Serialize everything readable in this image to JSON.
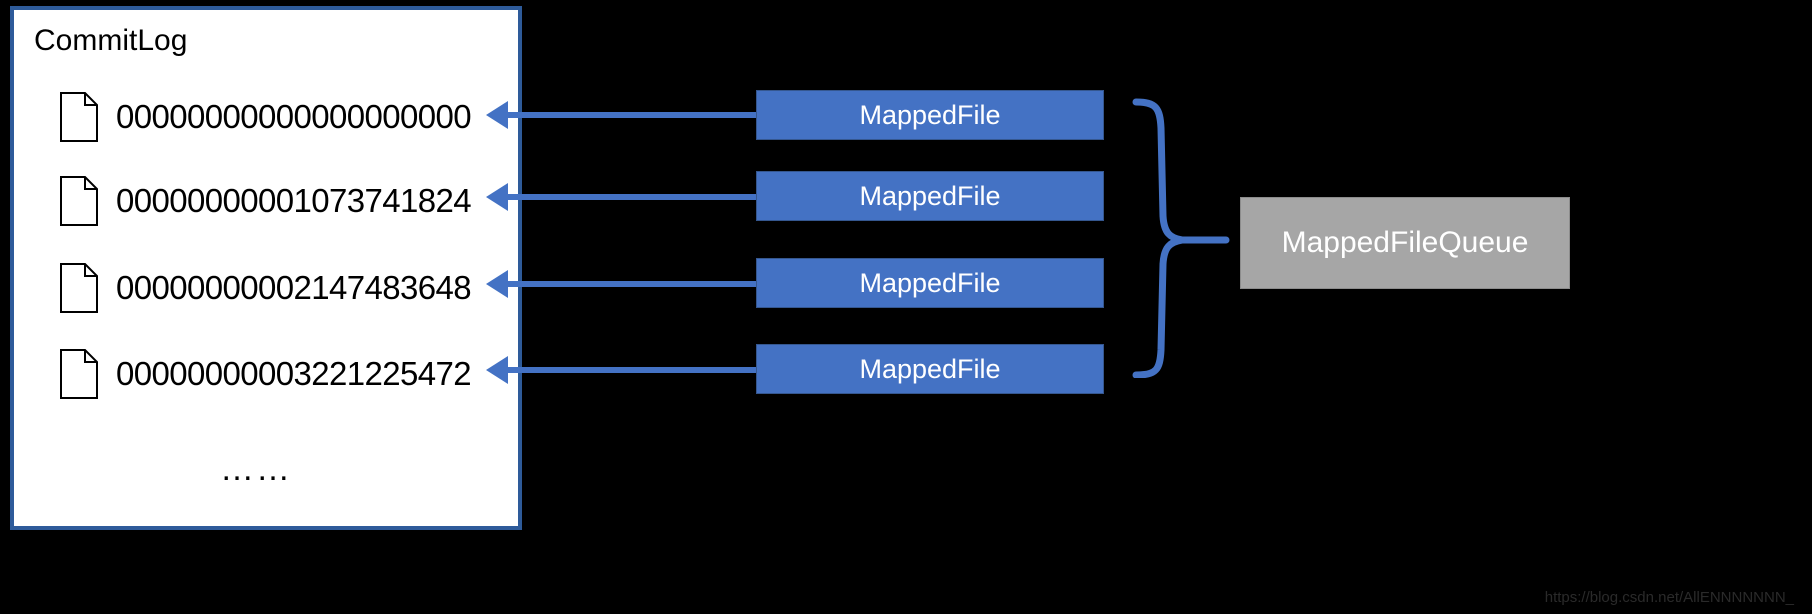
{
  "diagram": {
    "title": "CommitLog MappedFile structure",
    "background_color": "#000000",
    "accent_color": "#4472C4",
    "queue_color": "#A6A6A6"
  },
  "commitlog": {
    "panel_label": "CommitLog",
    "files": [
      {
        "name": "00000000000000000000",
        "icon": "file-icon"
      },
      {
        "name": "00000000001073741824",
        "icon": "file-icon"
      },
      {
        "name": "00000000002147483648",
        "icon": "file-icon"
      },
      {
        "name": "00000000003221225472",
        "icon": "file-icon"
      }
    ],
    "ellipsis": "……"
  },
  "mapped_files": [
    {
      "label": "MappedFile"
    },
    {
      "label": "MappedFile"
    },
    {
      "label": "MappedFile"
    },
    {
      "label": "MappedFile"
    }
  ],
  "queue": {
    "label": "MappedFileQueue"
  },
  "watermark": {
    "text": "https://blog.csdn.net/AllENNNNNNN_"
  }
}
